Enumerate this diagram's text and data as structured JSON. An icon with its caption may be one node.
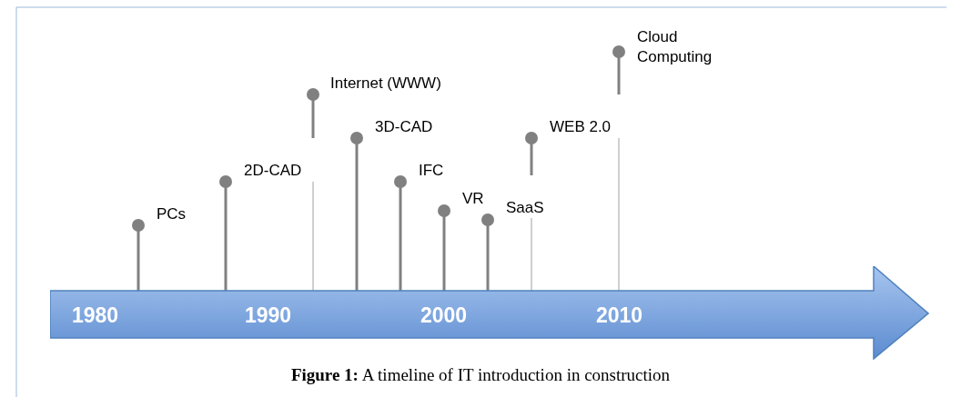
{
  "diagram": {
    "caption": "**Figure 1:** A timeline of IT introduction in construction",
    "nodes": [
      {
        "text": [
          "1980",
          "1990",
          "2000",
          "2010"
        ]
      }
    ],
    "edges": [],
    "labels": [
      "Cloud Computing",
      "Internet (WWW)",
      "3D-CAD",
      "WEB 2.0",
      "2D-CAD",
      "IFC",
      "VR",
      "SaaS",
      "PCs"
    ]
  }
}
